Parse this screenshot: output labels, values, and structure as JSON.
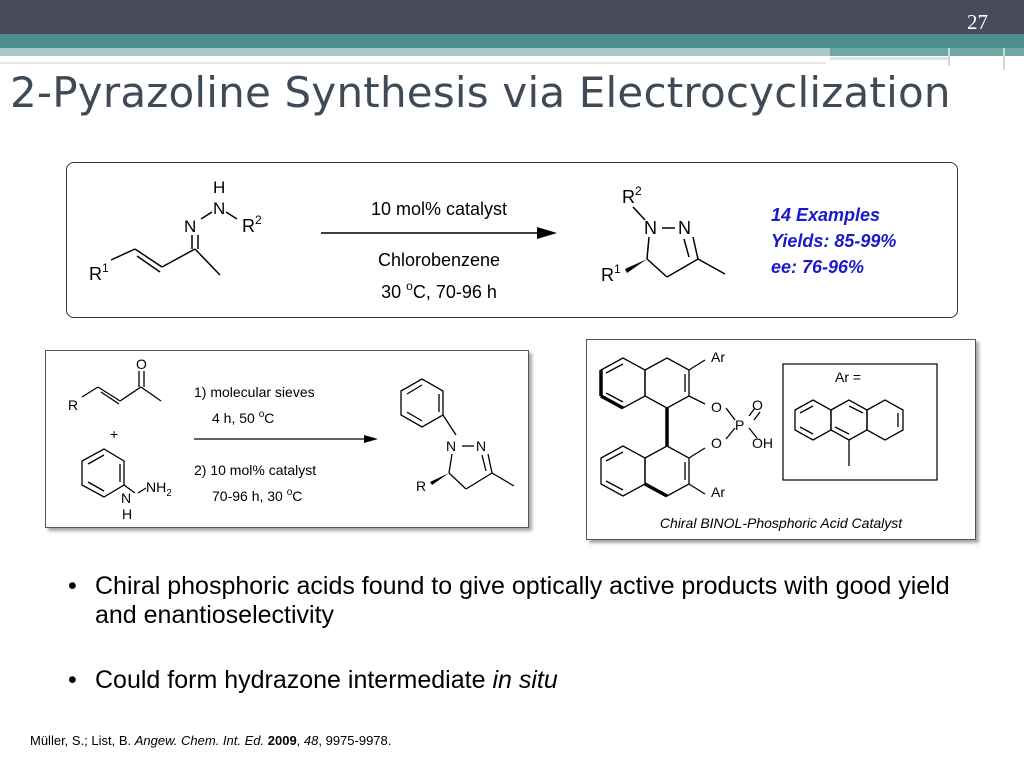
{
  "header": {
    "slide_number": "27"
  },
  "title": "2-Pyrazoline Synthesis via Electrocyclization",
  "scheme1": {
    "reactant": {
      "H": "H",
      "N1": "N",
      "N2": "N",
      "R2": "R",
      "R2_sup": "2",
      "R1": "R",
      "R1_sup": "1"
    },
    "conditions": {
      "catalyst": "10 mol% catalyst",
      "solvent": "Chlorobenzene",
      "temp_pre": "30 ",
      "temp_sup": "o",
      "temp_post": "C, 70-96 h"
    },
    "product": {
      "R2": "R",
      "R2_sup": "2",
      "N_left": "N",
      "N_right": "N",
      "R1": "R",
      "R1_sup": "1"
    },
    "results": [
      "14 Examples",
      "Yields: 85-99%",
      "ee: 76-96%"
    ],
    "results_color": "#1a1acc"
  },
  "scheme2": {
    "ketone_O": "O",
    "ketone_R": "R",
    "plus": "+",
    "hydrazine": {
      "N": "N",
      "NH2": "NH",
      "NH2_sub": "2",
      "H": "H"
    },
    "step1": {
      "line1": "1) molecular sieves",
      "line2_pre": "4 h, 50 ",
      "line2_sup": "o",
      "line2_post": "C"
    },
    "step2": {
      "line1": "2) 10 mol% catalyst",
      "line2_pre": "70-96 h, 30 ",
      "line2_sup": "o",
      "line2_post": "C"
    },
    "product": {
      "N_left": "N",
      "N_right": "N",
      "R": "R"
    }
  },
  "catalyst": {
    "Ar_top": "Ar",
    "Ar_bottom": "Ar",
    "O_upper": "O",
    "O_lower": "O",
    "P": "P",
    "O_double": "O",
    "OH": "OH",
    "ar_eq": "Ar =",
    "caption": "Chiral BINOL-Phosphoric Acid Catalyst"
  },
  "bullets": [
    {
      "text": "Chiral phosphoric acids found to give optically active products with good yield and enantioselectivity",
      "italic": ""
    },
    {
      "text": "Could form hydrazone intermediate ",
      "italic": "in situ"
    }
  ],
  "bullet_marker": "•",
  "citation": {
    "authors": "Müller, S.; List, B. ",
    "journal": "Angew. Chem. Int. Ed.",
    "year": "2009",
    "sep1": ", ",
    "volume": "48",
    "pages": ", 9975-9978."
  }
}
